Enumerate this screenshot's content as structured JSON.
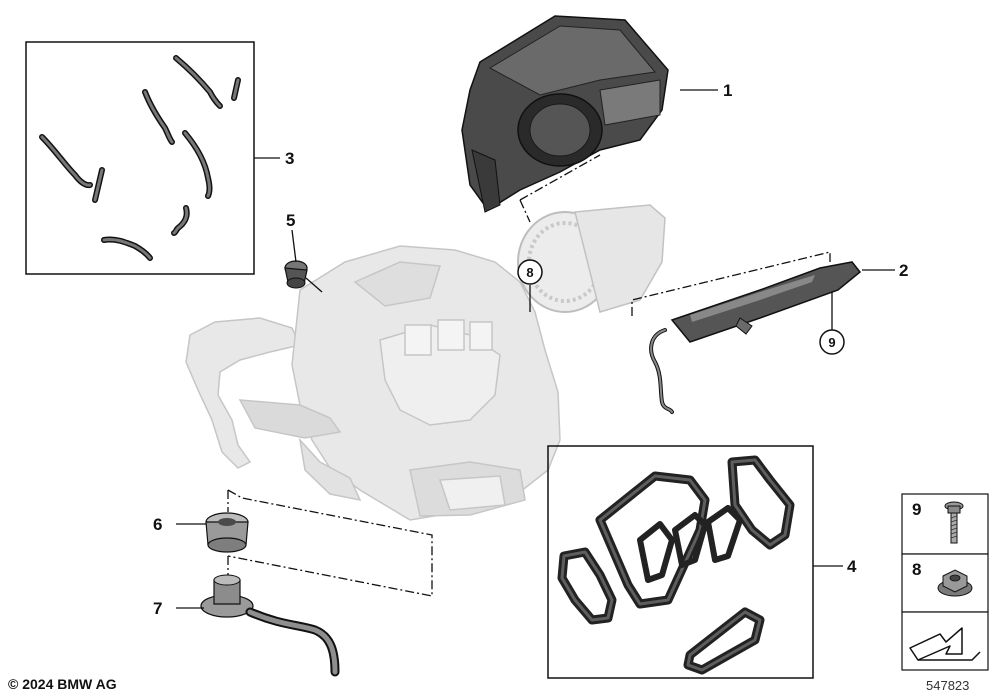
{
  "diagram": {
    "callouts": [
      {
        "id": "part-1",
        "number": "1"
      },
      {
        "id": "part-2",
        "number": "2"
      },
      {
        "id": "part-3",
        "number": "3"
      },
      {
        "id": "part-4",
        "number": "4"
      },
      {
        "id": "part-5",
        "number": "5"
      },
      {
        "id": "part-6",
        "number": "6"
      },
      {
        "id": "part-7",
        "number": "7"
      }
    ],
    "circle_callouts": [
      {
        "id": "circle-8",
        "number": "8"
      },
      {
        "id": "circle-9",
        "number": "9"
      }
    ],
    "legend": [
      {
        "number": "9",
        "icon": "bolt-icon"
      },
      {
        "number": "8",
        "icon": "hex-nut-icon"
      },
      {
        "icon": "direction-arrow-icon"
      }
    ]
  },
  "footer": {
    "copyright": "© 2024 BMW AG",
    "diagram_id": "547823"
  },
  "colors": {
    "line": "#111111",
    "ghost_part": "#e6e6e6",
    "ghost_edge": "#c4c4c4",
    "dark_part": "#3a3a3a",
    "mid_part": "#8a8a8a"
  }
}
